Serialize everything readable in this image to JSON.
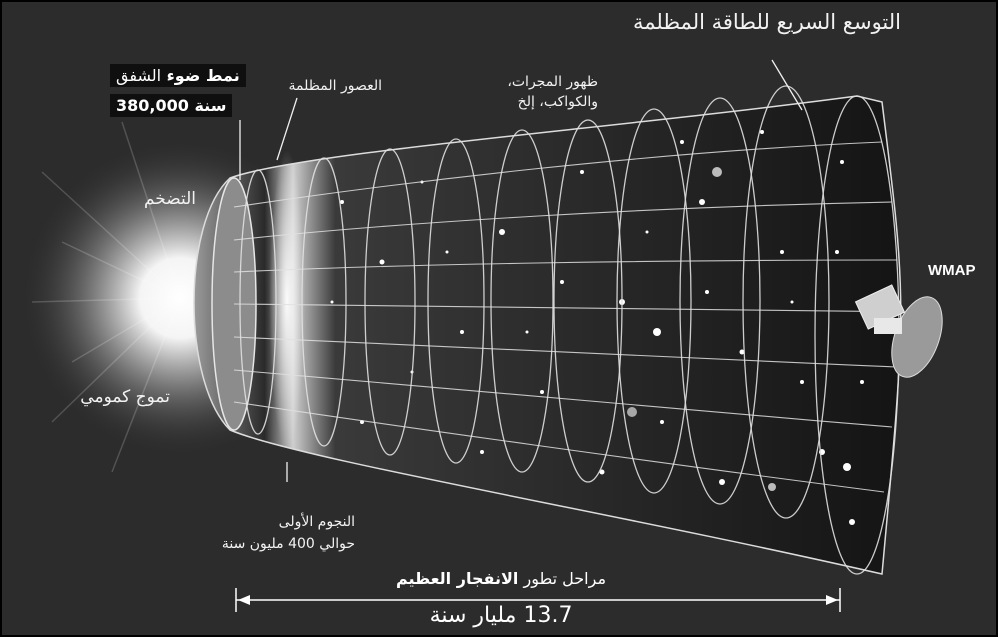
{
  "labels": {
    "dark_energy": "التوسع السريع للطاقة المظلمة",
    "afterglow_line1_bold": "نمط ضوء",
    "afterglow_line1_rest": "الشفق",
    "afterglow_years_num": "380,000",
    "afterglow_years_unit": "سنة",
    "dark_ages": "العصور المظلمة",
    "galaxies_line1": "ظهور المجرات،",
    "galaxies_line2": "والكواكب، إلخ",
    "inflation": "التضخم",
    "quantum_fluctuations": "تموج كمومي",
    "first_stars_line1": "النجوم الأولى",
    "first_stars_line2": "حوالي 400 مليون سنة",
    "wmap": "WMAP"
  },
  "timeline": {
    "title_rest": "مراحل تطور",
    "title_bold": "الانفجار العظيم",
    "span": "13.7 مليار سنة"
  },
  "colors": {
    "background": "#2c2c2c",
    "grid": "#e0e0e0",
    "text": "#f2f2f2"
  }
}
